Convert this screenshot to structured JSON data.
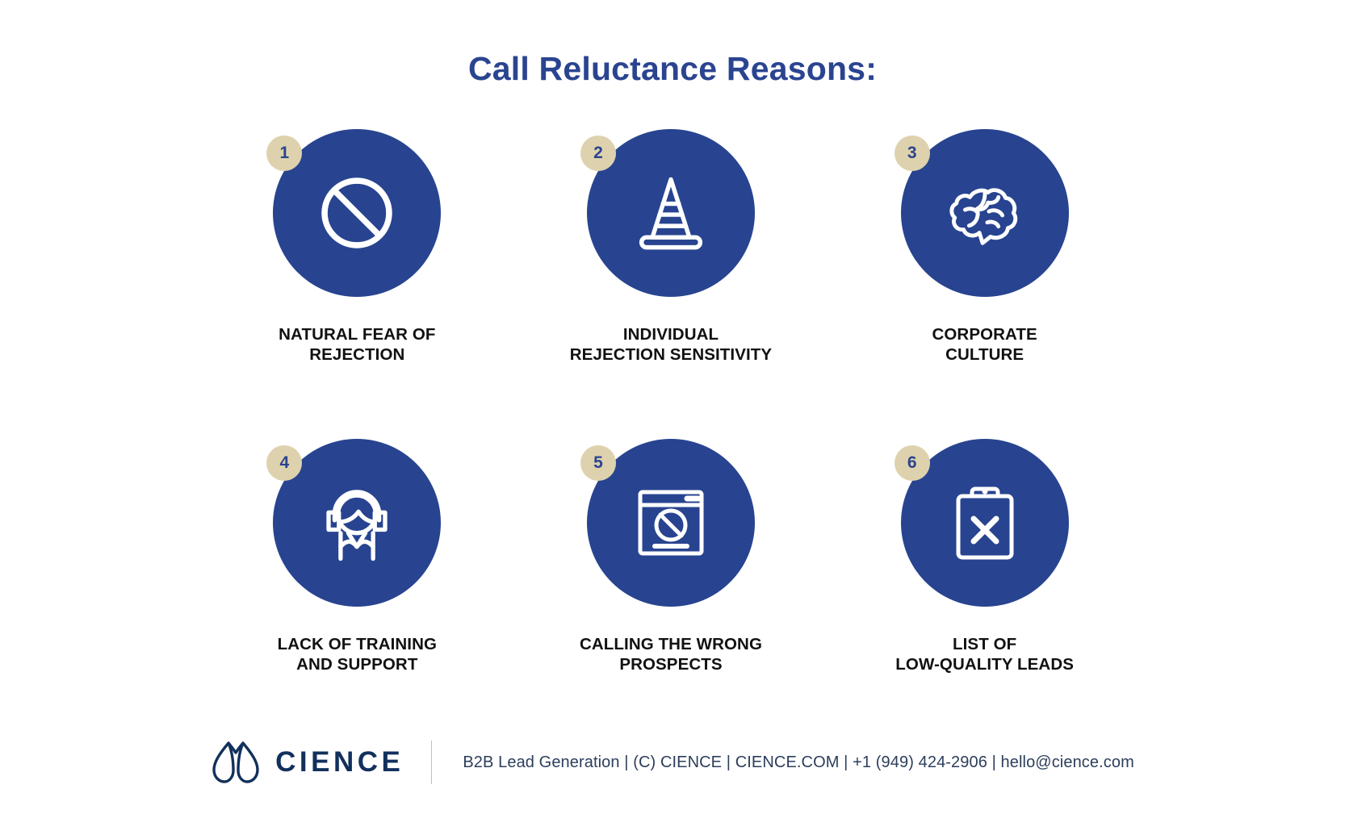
{
  "title": "Call Reluctance Reasons:",
  "colors": {
    "title": "#2A4490",
    "circle": "#284490",
    "badge": "#DED2AE",
    "badge_text": "#2A4490",
    "label_text": "#111111",
    "icon": "#FFFFFF",
    "background": "#FFFFFF",
    "footer_text": "#2C3E5C",
    "logo": "#12305C"
  },
  "items": [
    {
      "number": "1",
      "icon": "prohibition-icon",
      "label": "NATURAL FEAR OF\nREJECTION"
    },
    {
      "number": "2",
      "icon": "traffic-cone-icon",
      "label": "INDIVIDUAL\nREJECTION SENSITIVITY"
    },
    {
      "number": "3",
      "icon": "brain-icon",
      "label": "CORPORATE\nCULTURE"
    },
    {
      "number": "4",
      "icon": "headset-agent-icon",
      "label": "LACK OF TRAINING\nAND SUPPORT"
    },
    {
      "number": "5",
      "icon": "browser-blocked-icon",
      "label": "CALLING THE WRONG\nPROSPECTS"
    },
    {
      "number": "6",
      "icon": "clipboard-x-icon",
      "label": "LIST OF\nLOW-QUALITY LEADS"
    }
  ],
  "footer": {
    "logo_icon": "cience-logo-icon",
    "logo_word": "CIENCE",
    "text": "B2B Lead Generation | (C) CIENCE | CIENCE.COM | +1 (949) 424-2906 | hello@cience.com"
  }
}
